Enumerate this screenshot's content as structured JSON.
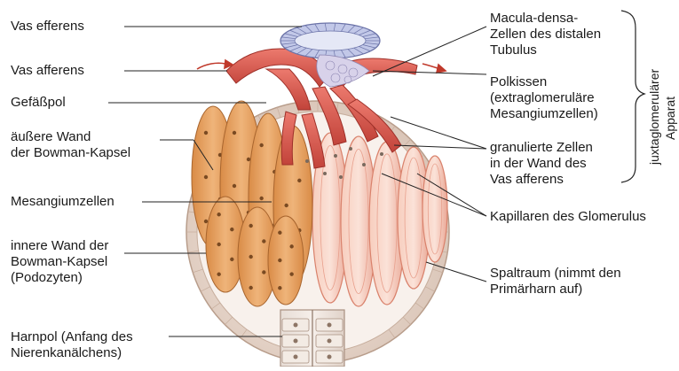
{
  "labels_left": {
    "vas_efferens": "Vas efferens",
    "vas_afferens": "Vas afferens",
    "gefaesspol": "Gefäßpol",
    "aeussere_wand": [
      "äußere Wand",
      "der Bowman-Kapsel"
    ],
    "mesangiumzellen": "Mesangiumzellen",
    "innere_wand": [
      "innere Wand der",
      "Bowman-Kapsel",
      "(Podozyten)"
    ],
    "harnpol": [
      "Harnpol (Anfang des",
      "Nierenkanälchens)"
    ]
  },
  "labels_right": {
    "macula_densa": [
      "Macula-densa-",
      "Zellen des distalen",
      "Tubulus"
    ],
    "polkissen": [
      "Polkissen",
      "(extraglomeruläre",
      "Mesangiumzellen)"
    ],
    "granulierte_zellen": [
      "granulierte Zellen",
      "in der Wand des",
      "Vas afferens"
    ],
    "kapillaren": "Kapillaren des Glomerulus",
    "spaltraum": [
      "Spaltraum (nimmt den",
      "Primärharn auf)"
    ]
  },
  "bracket_label": [
    "juxtaglomerulärer",
    "Apparat"
  ],
  "colors": {
    "capsule_outer": "#eadbd0",
    "podocyte": "#e8a56a",
    "capillary": "#f1b8a8",
    "vessel": "#d9534a",
    "macula": "#aab4dc",
    "arrow": "#c0392b"
  }
}
